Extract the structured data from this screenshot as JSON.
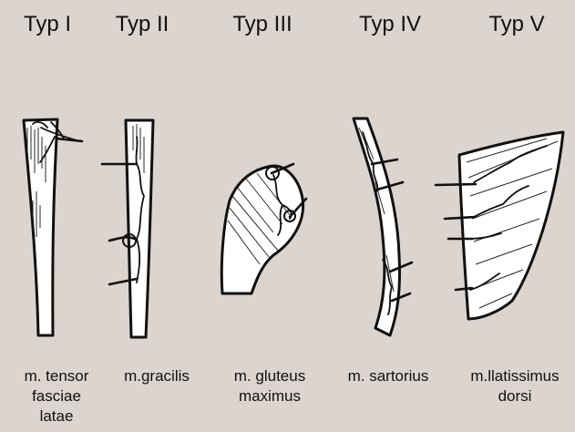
{
  "types": [
    {
      "title": "Typ I",
      "muscle_lines": [
        "m. tensor",
        "fasciae",
        "latae"
      ]
    },
    {
      "title": "Typ II",
      "muscle_lines": [
        "m.gracilis"
      ]
    },
    {
      "title": "Typ III",
      "muscle_lines": [
        "m. gluteus",
        "maximus"
      ]
    },
    {
      "title": "Typ IV",
      "muscle_lines": [
        "m. sartorius"
      ]
    },
    {
      "title": "Typ V",
      "muscle_lines": [
        "m.llatissimus",
        "dorsi"
      ]
    }
  ],
  "colors": {
    "background": "#dcd4cf",
    "ink": "#111111",
    "muscle_fill": "#ffffff"
  }
}
